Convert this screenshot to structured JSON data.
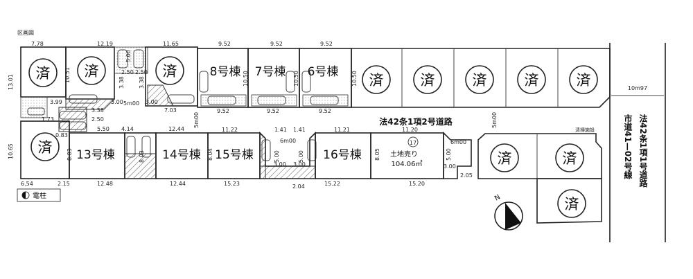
{
  "title": "区画図",
  "sold_mark": "済",
  "houses": [
    "13号棟",
    "14号棟",
    "15号棟",
    "16号棟",
    "8号棟",
    "7号棟",
    "6号棟"
  ],
  "lot17": {
    "number": "17",
    "label": "土地売り",
    "area": "104.06㎡"
  },
  "roads": {
    "private": "法42条1項2号道路",
    "city_a": "法42条1項1号道路",
    "city_b": "市道41—02号線",
    "width": "10m97"
  },
  "facility": "清掃施設",
  "legend": {
    "icon": "utility-pole",
    "label": "電柱"
  },
  "compass": "N",
  "dims": [
    "7.78",
    "12.19",
    "11.65",
    "9.52",
    "9.52",
    "9.52",
    "13.01",
    "10.51",
    "3.99",
    "3.38",
    "2.50",
    "1.73",
    "0.83",
    "5.50",
    "4.14",
    "12.44",
    "5m00",
    "3.00",
    "3.00",
    "7.03",
    "5m00",
    "9.52",
    "9.52",
    "9.52",
    "10.50",
    "10.65",
    "8.03",
    "6.54",
    "2.15",
    "12.48",
    "12.44",
    "11.22",
    "1.41",
    "1.41",
    "11.21",
    "6m00",
    "5.00",
    "5.00",
    "3.00",
    "3.00",
    "8.04",
    "15.23",
    "2.04",
    "15.22",
    "11.20",
    "8.05",
    "15.20",
    "6m00",
    "5.00",
    "3.00",
    "2.05",
    "5m00",
    "2.50",
    "2.50",
    "5.00",
    "3.38",
    "3.38",
    "10.50",
    "10.50",
    "8.03"
  ]
}
